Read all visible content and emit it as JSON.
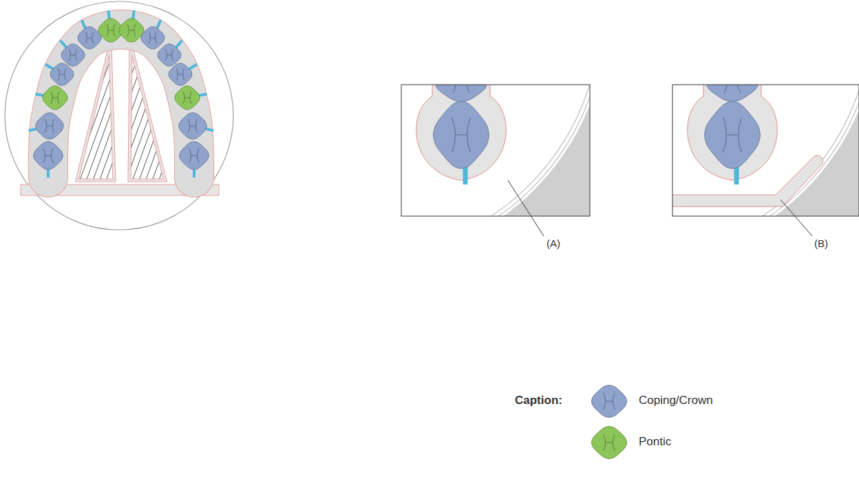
{
  "diagram": {
    "labels": [
      "(A)",
      "(B)",
      "Caption:"
    ],
    "legend": [
      {
        "text": "Coping/Crown",
        "color": "#8fa3cc"
      },
      {
        "text": "Pontic",
        "color": "#8cc55a"
      }
    ]
  }
}
